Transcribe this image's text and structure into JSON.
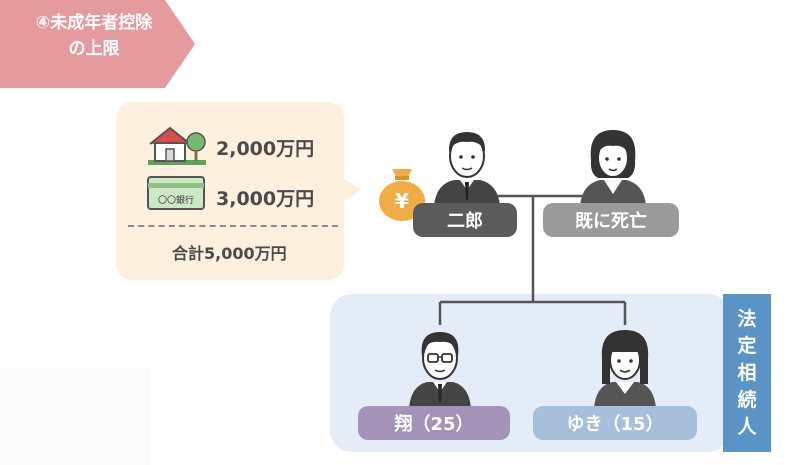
{
  "title": {
    "line1": "④未成年者控除",
    "line2": "の上限"
  },
  "assets": {
    "real_estate": "2,000万円",
    "deposit": "3,000万円",
    "bank_label": "〇〇銀行",
    "yen_symbol": "¥",
    "total": "合計5,000万円"
  },
  "people": {
    "father": "二郎",
    "mother": "既に死亡",
    "son": "翔（25）",
    "daughter": "ゆき（15）"
  },
  "heirs_label": [
    "法",
    "定",
    "相",
    "続",
    "人"
  ],
  "colors": {
    "banner": "#e59a9d",
    "bubble": "#fdf0de",
    "father_pill": "#5b5b5b",
    "mother_pill": "#9a9a9a",
    "son_pill": "#a493b8",
    "daughter_pill": "#a8bfdc",
    "heirs_area": "#e4ecf8",
    "heirs_tag": "#5a93c6",
    "money_bag": "#f0ad45"
  }
}
